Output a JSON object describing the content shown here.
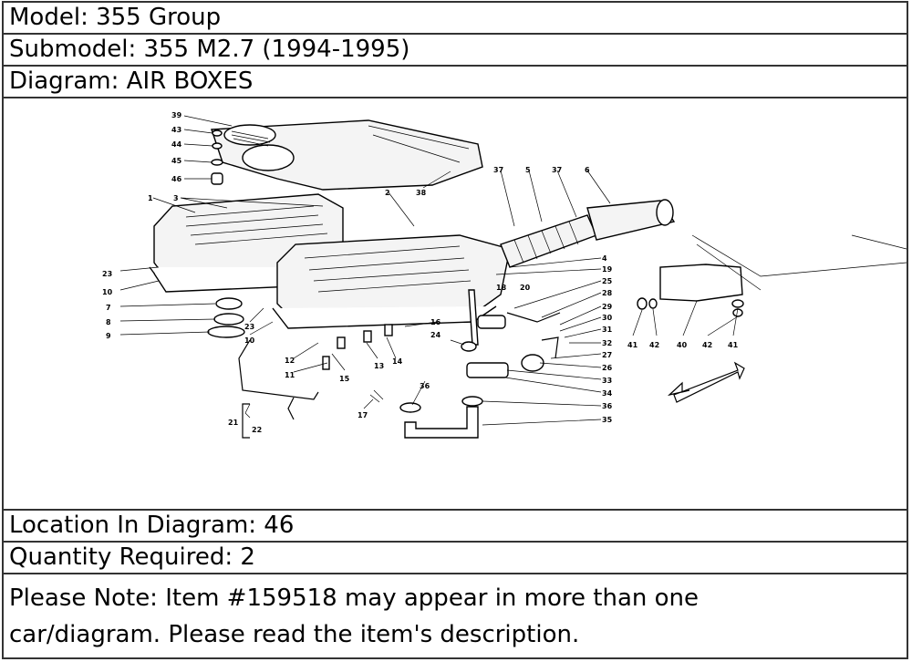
{
  "header": {
    "model": "Model: 355 Group",
    "submodel": "Submodel: 355 M2.7 (1994-1995)",
    "diagram": "Diagram: AIR BOXES"
  },
  "diagram_labels": {
    "l39": "39",
    "l43": "43",
    "l44": "44",
    "l45": "45",
    "l46": "46",
    "l38": "38",
    "l1": "1",
    "l3": "3",
    "l2": "2",
    "l37a": "37",
    "l5": "5",
    "l37b": "37",
    "l6": "6",
    "l23a": "23",
    "l10a": "10",
    "l7": "7",
    "l8": "8",
    "l9": "9",
    "l23b": "23",
    "l10b": "10",
    "l4": "4",
    "l19": "19",
    "l25": "25",
    "l28": "28",
    "l29": "29",
    "l30": "30",
    "l31": "31",
    "l32": "32",
    "l27": "27",
    "l26": "26",
    "l33": "33",
    "l34": "34",
    "l36a": "36",
    "l35": "35",
    "l18": "18",
    "l20": "20",
    "l16": "16",
    "l24": "24",
    "l12": "12",
    "l11": "11",
    "l13": "13",
    "l14": "14",
    "l15": "15",
    "l36b": "36",
    "l17": "17",
    "l21": "21",
    "l22": "22",
    "l41a": "41",
    "l42a": "42",
    "l40": "40",
    "l42b": "42",
    "l41b": "41"
  },
  "footer": {
    "location": "Location In Diagram: 46",
    "quantity": "Quantity Required: 2",
    "note_line1": "Please Note: Item #159518 may appear in more than one",
    "note_line2": "car/diagram. Please read the item's description."
  }
}
